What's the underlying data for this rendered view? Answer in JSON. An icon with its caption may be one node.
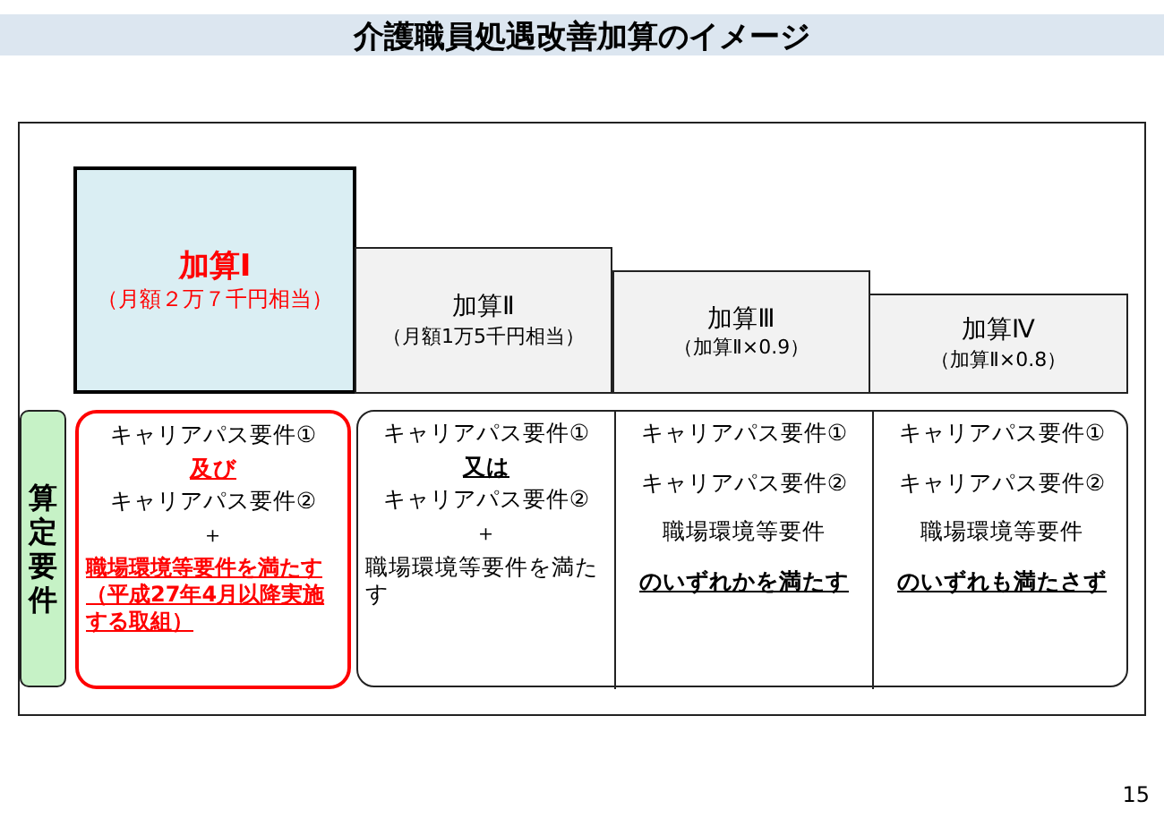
{
  "diagram": {
    "title": "介護職員処遇改善加算のイメージ",
    "nodes": [
      {
        "text": [],
        "shape": "box"
      },
      {
        "text": [
          "加算Ⅰ",
          "（月額２万７千円相当）"
        ],
        "in": 0
      },
      {
        "text": [
          "加算Ⅱ",
          "（月額1万5千円相当）"
        ],
        "in": 0
      },
      {
        "text": [
          "加算Ⅲ",
          "（加算Ⅱ×0.9）"
        ],
        "in": 0
      },
      {
        "text": [
          "加算Ⅳ",
          "（加算Ⅱ×0.8）"
        ],
        "in": 0
      },
      {
        "text": [
          "算定要件"
        ],
        "in": 0
      },
      {
        "text": [
          "キャリアパス要件①",
          "及び",
          "キャリアパス要件②",
          "＋",
          "職場環境等要件を満たす（平成27年4月以降実施する取組）"
        ],
        "in": 0
      },
      {
        "text": [],
        "shape": "box",
        "in": 0
      },
      {
        "text": [
          "キャリアパス要件①",
          "又は",
          "キャリアパス要件②",
          "＋",
          "職場環境等要件を満たす"
        ],
        "in": 7
      },
      {
        "text": [
          "キャリアパス要件①",
          "キャリアパス要件②",
          "職場環境等要件",
          "のいずれかを満たす"
        ],
        "in": 7
      },
      {
        "text": [
          "キャリアパス要件①",
          "キャリアパス要件②",
          "職場環境等要件",
          "のいずれも満たさず"
        ],
        "in": 7
      }
    ],
    "labels": [
      "15"
    ]
  }
}
